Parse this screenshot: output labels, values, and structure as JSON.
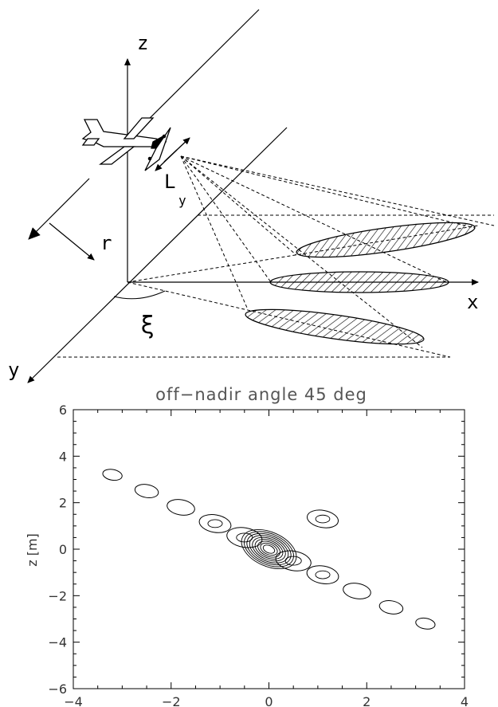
{
  "diagram": {
    "labels": {
      "z": "z",
      "x": "x",
      "y": "y",
      "r": "r",
      "L": "L",
      "L_sub": "y",
      "xi": "ξ"
    },
    "icons": [
      "airplane-icon"
    ]
  },
  "chart_data": {
    "type": "contour",
    "title": "off−nadir angle 45 deg",
    "xlabel": "",
    "ylabel": "z [m]",
    "xlim": [
      -4,
      4
    ],
    "ylim": [
      -6,
      6
    ],
    "x_ticks": [
      "−4",
      "−2",
      "0",
      "2",
      "4"
    ],
    "y_ticks": [
      "6",
      "4",
      "2",
      "0",
      "−2",
      "−4",
      "−6"
    ],
    "grid": false,
    "features": [
      {
        "name": "main-lobe",
        "x": 0,
        "z": 0,
        "levels": 9
      },
      {
        "name": "sidelobe",
        "x": -3.2,
        "z": 3.2
      },
      {
        "name": "sidelobe",
        "x": -2.5,
        "z": 2.5
      },
      {
        "name": "sidelobe",
        "x": -1.8,
        "z": 1.8
      },
      {
        "name": "sidelobe",
        "x": -1.1,
        "z": 1.1
      },
      {
        "name": "sidelobe",
        "x": -0.5,
        "z": 0.5
      },
      {
        "name": "sidelobe",
        "x": 1.1,
        "z": 1.3
      },
      {
        "name": "sidelobe",
        "x": 0.5,
        "z": -0.5
      },
      {
        "name": "sidelobe",
        "x": 1.1,
        "z": -1.1
      },
      {
        "name": "sidelobe",
        "x": 1.8,
        "z": -1.8
      },
      {
        "name": "sidelobe",
        "x": 2.5,
        "z": -2.5
      },
      {
        "name": "sidelobe",
        "x": 3.2,
        "z": -3.2
      }
    ]
  }
}
